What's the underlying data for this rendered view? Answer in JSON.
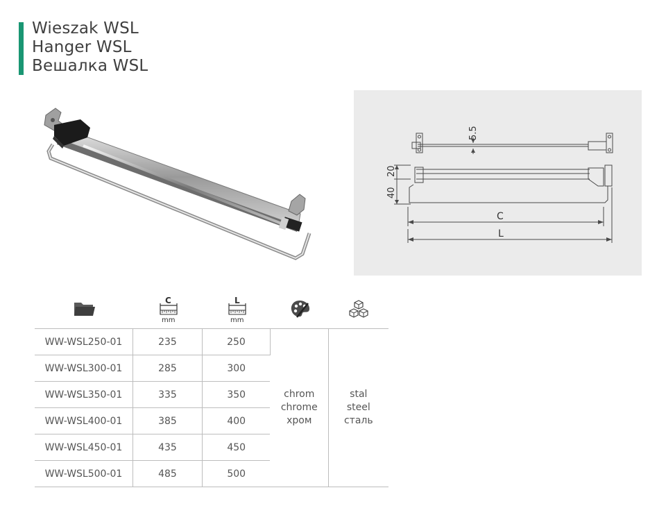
{
  "page": {
    "accent_color": "#1a9673",
    "titles": [
      "Wieszak WSL",
      "Hanger WSL",
      "Вешалка WSL"
    ]
  },
  "drawing": {
    "dim_top": "5.5",
    "dim_upper": "20",
    "dim_lower": "40",
    "dim_c": "C",
    "dim_l": "L"
  },
  "table": {
    "header_icons": {
      "code": "folder-icon",
      "c": "dimension-c-icon",
      "l": "dimension-l-icon",
      "finish": "palette-icon",
      "material": "cubes-icon"
    },
    "c_header": {
      "letter": "C",
      "unit": "mm"
    },
    "l_header": {
      "letter": "L",
      "unit": "mm"
    },
    "rows": [
      {
        "code": "WW-WSL250-01",
        "c": "235",
        "l": "250"
      },
      {
        "code": "WW-WSL300-01",
        "c": "285",
        "l": "300"
      },
      {
        "code": "WW-WSL350-01",
        "c": "335",
        "l": "350"
      },
      {
        "code": "WW-WSL400-01",
        "c": "385",
        "l": "400"
      },
      {
        "code": "WW-WSL450-01",
        "c": "435",
        "l": "450"
      },
      {
        "code": "WW-WSL500-01",
        "c": "485",
        "l": "500"
      }
    ],
    "finish": [
      "chrom",
      "chrome",
      "хром"
    ],
    "material": [
      "stal",
      "steel",
      "сталь"
    ]
  }
}
